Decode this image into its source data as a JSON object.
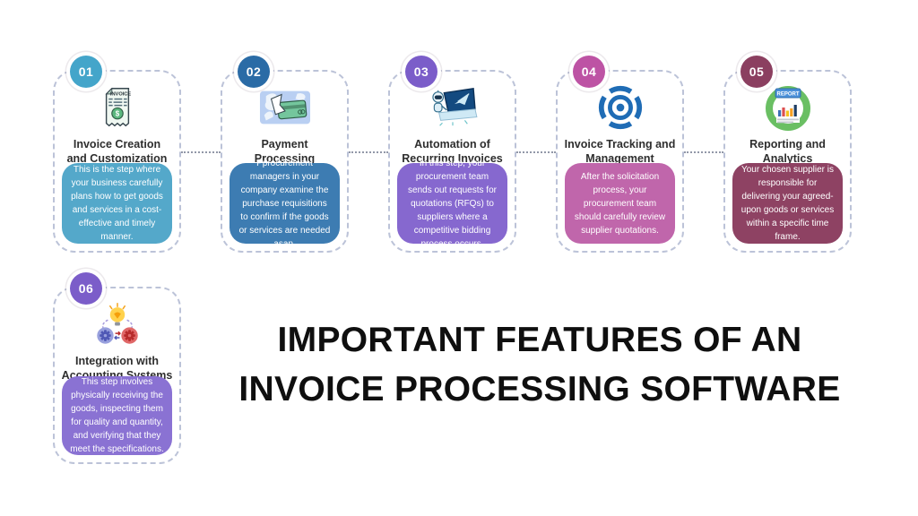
{
  "title": {
    "line1": "IMPORTANT FEATURES OF AN",
    "line2": "INVOICE PROCESSING SOFTWARE",
    "color": "#0f0f0f"
  },
  "style": {
    "dashed_border_color": "#bcc3d8",
    "connector_color": "#9298a8",
    "heading_color": "#2e2e2e",
    "background": "#ffffff"
  },
  "cards": [
    {
      "number": "01",
      "icon": "invoice-icon",
      "heading_line1": "Invoice Creation",
      "heading_line2": "and Customization",
      "body": "This is the step where your business carefully plans how to get goods and services in a cost-effective and timely manner.",
      "badge_color": "#44a5ca",
      "body_color": "#54a8ca"
    },
    {
      "number": "02",
      "icon": "payment-icon",
      "heading_line1": "Payment",
      "heading_line2": "Processing",
      "body": "Pprocurement managers in your company examine the purchase requisitions to confirm if the goods or services are needed asap.",
      "badge_color": "#2a6ba6",
      "body_color": "#3d7cb2"
    },
    {
      "number": "03",
      "icon": "automation-robot-icon",
      "heading_line1": "Automation of",
      "heading_line2": "Recurring Invoices",
      "body": "In this step, your procurement team sends out requests for quotations (RFQs) to suppliers where a competitive bidding process occurs.",
      "badge_color": "#7b5dc9",
      "body_color": "#8668cf"
    },
    {
      "number": "04",
      "icon": "tracking-target-icon",
      "heading_line1": "Invoice Tracking and",
      "heading_line2": "Management",
      "body": "After the solicitation process, your procurement team should carefully review supplier quotations.",
      "badge_color": "#bd53a4",
      "body_color": "#c066ab"
    },
    {
      "number": "05",
      "icon": "report-analytics-icon",
      "heading_line1": "Reporting and",
      "heading_line2": "Analytics",
      "body": "Your chosen supplier is responsible for delivering your agreed-upon goods or services within a specific time frame.",
      "badge_color": "#8b3f60",
      "body_color": "#8e4263"
    },
    {
      "number": "06",
      "icon": "integration-gears-icon",
      "heading_line1": "Integration with",
      "heading_line2": "Accounting Systems",
      "body": "This step involves physically receiving the goods, inspecting them for quality and quantity, and verifying that they meet the specifications.",
      "badge_color": "#7b5dc9",
      "body_color": "#8a72d3"
    }
  ]
}
